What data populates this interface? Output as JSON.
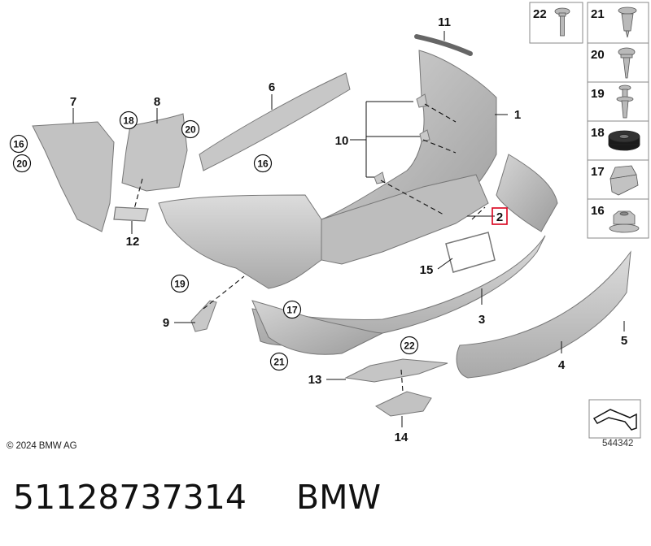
{
  "copyright": "© 2024 BMW AG",
  "footer": {
    "part_number": "51128737314",
    "brand": "BMW"
  },
  "diagram_code": "544342",
  "callouts": [
    {
      "label": "1"
    },
    {
      "label": "2",
      "highlight": true
    },
    {
      "label": "3"
    },
    {
      "label": "4"
    },
    {
      "label": "5"
    },
    {
      "label": "6"
    },
    {
      "label": "7"
    },
    {
      "label": "8"
    },
    {
      "label": "9"
    },
    {
      "label": "10"
    },
    {
      "label": "11"
    },
    {
      "label": "12"
    },
    {
      "label": "13"
    },
    {
      "label": "14"
    },
    {
      "label": "15"
    }
  ],
  "circled_callouts": [
    "16",
    "16",
    "17",
    "18",
    "19",
    "20",
    "20",
    "21",
    "22"
  ],
  "fastener_legend": [
    {
      "label": "22",
      "icon": "bolt-icon"
    },
    {
      "label": "21",
      "icon": "expanding-rivet-icon"
    },
    {
      "label": "20",
      "icon": "screw-icon"
    },
    {
      "label": "19",
      "icon": "clip-pin-icon"
    },
    {
      "label": "18",
      "icon": "grommet-icon"
    },
    {
      "label": "17",
      "icon": "spring-nut-icon"
    },
    {
      "label": "16",
      "icon": "hex-nut-icon"
    }
  ],
  "colors": {
    "part_fill": "#c4c4c4",
    "part_stroke": "#7a7a7a",
    "highlight": "#d8001c"
  }
}
